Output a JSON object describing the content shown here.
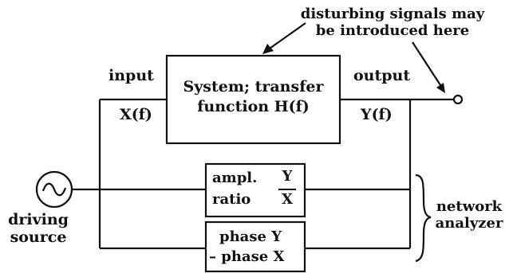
{
  "annotation": {
    "line1": "disturbing signals may",
    "line2": "be introduced here"
  },
  "labels": {
    "input": "input",
    "output": "output",
    "x_of_f": "X(f)",
    "y_of_f": "Y(f)",
    "driving": "driving",
    "source": "source",
    "network": "network",
    "analyzer": "analyzer"
  },
  "system_box": {
    "line1": "System; transfer",
    "line2": "function H(f)"
  },
  "ratio_box": {
    "line1": "ampl.",
    "line2": "ratio",
    "numerator": "Y",
    "denominator": "X"
  },
  "phase_box": {
    "line1": "phase Y",
    "line2": "– phase X"
  }
}
